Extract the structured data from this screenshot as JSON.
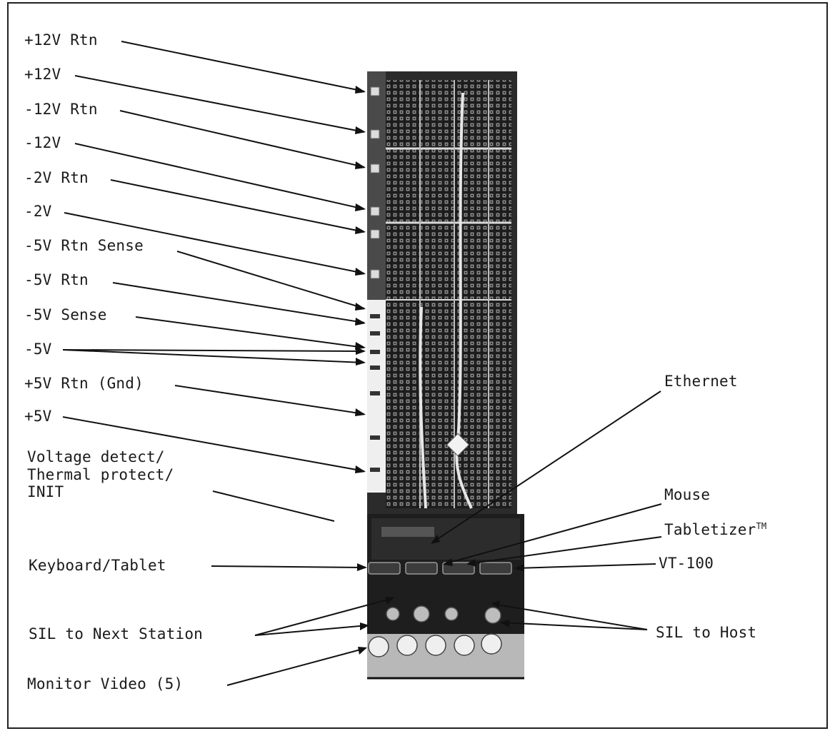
{
  "labels": {
    "p12_rtn": "+12V Rtn",
    "p12": "+12V",
    "m12_rtn": "-12V Rtn",
    "m12": "-12V",
    "m2_rtn": "-2V Rtn",
    "m2": "-2V",
    "m5_rtn_sense": "-5V Rtn Sense",
    "m5_rtn": "-5V Rtn",
    "m5_sense": "-5V Sense",
    "m5": "-5V",
    "p5_rtn": "+5V Rtn (Gnd)",
    "p5": "+5V",
    "voltage_detect": "Voltage detect/",
    "thermal_protect": "Thermal protect/",
    "init": "INIT",
    "keyboard_tablet": "Keyboard/Tablet",
    "sil_next": "SIL to Next Station",
    "monitor_video": "Monitor Video (5)",
    "ethernet": "Ethernet",
    "mouse": "Mouse",
    "tabletizer": "Tabletizer",
    "tabletizer_mark": "TM",
    "vt100": "VT-100",
    "sil_host": "SIL to Host"
  }
}
